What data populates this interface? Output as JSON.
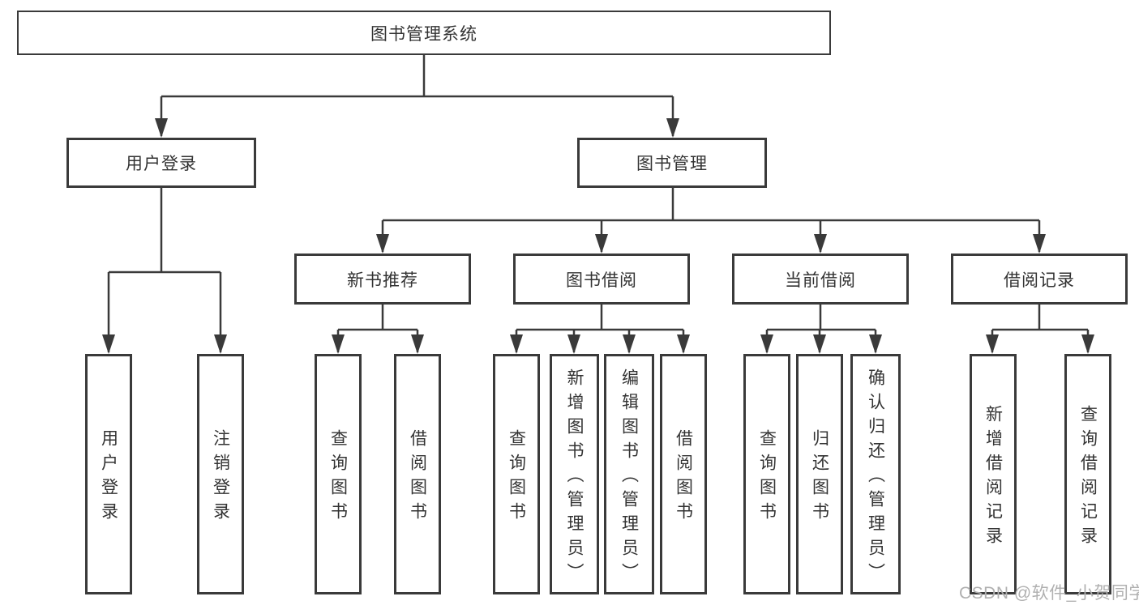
{
  "tree": {
    "root": {
      "label": "图书管理系统"
    },
    "branches": [
      {
        "label": "用户登录",
        "children": [
          {
            "label": "用户登录"
          },
          {
            "label": "注销登录"
          }
        ]
      },
      {
        "label": "图书管理",
        "children": [
          {
            "label": "新书推荐",
            "children": [
              {
                "label": "查询图书"
              },
              {
                "label": "借阅图书"
              }
            ]
          },
          {
            "label": "图书借阅",
            "children": [
              {
                "label": "查询图书"
              },
              {
                "label": "新增图书（管理员）"
              },
              {
                "label": "编辑图书（管理员）"
              },
              {
                "label": "借阅图书"
              }
            ]
          },
          {
            "label": "当前借阅",
            "children": [
              {
                "label": "查询图书"
              },
              {
                "label": "归还图书"
              },
              {
                "label": "确认归还（管理员）"
              }
            ]
          },
          {
            "label": "借阅记录",
            "children": [
              {
                "label": "新增借阅记录"
              },
              {
                "label": "查询借阅记录"
              }
            ]
          }
        ]
      }
    ]
  },
  "watermark": {
    "text": "CSDN @软件_小贺同学"
  },
  "colors": {
    "line": "#3a3a3a",
    "text": "#333333",
    "background": "#ffffff",
    "watermark": "#b0b0b0"
  }
}
